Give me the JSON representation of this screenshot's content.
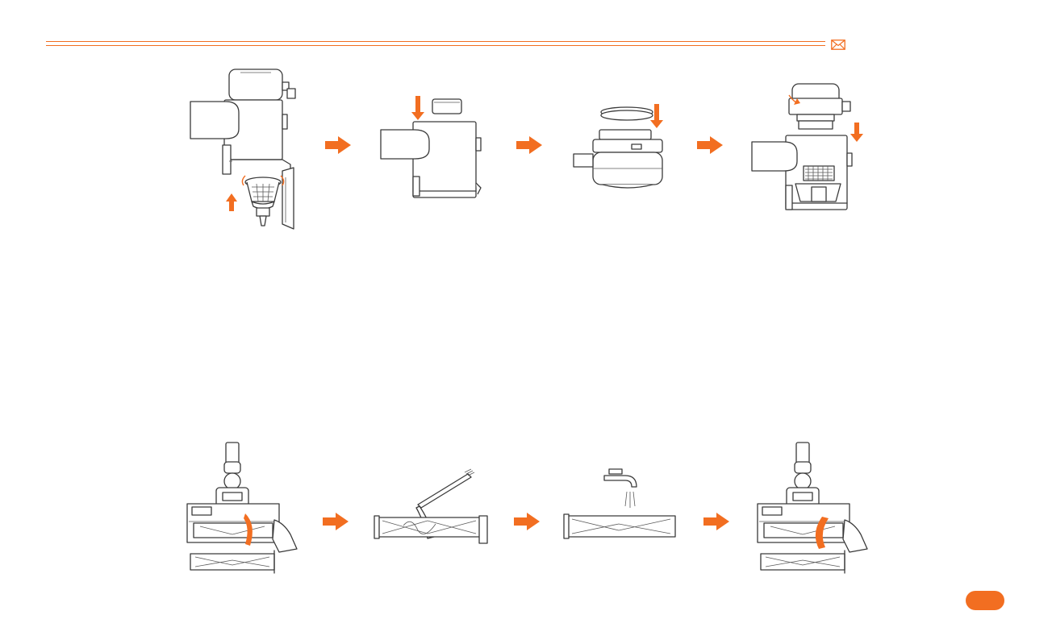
{
  "colors": {
    "accent": "#f26e21",
    "line": "#3a3a3a"
  },
  "header": {
    "icon": "envelope-icon"
  },
  "steps_top": [
    "remove-filter-step",
    "insert-filter-step",
    "attach-cap-step",
    "assemble-cyclone-step"
  ],
  "steps_bottom": [
    "remove-brushroll-step",
    "cut-hair-step",
    "rinse-brushroll-step",
    "reinstall-brushroll-step"
  ],
  "page_badge": {
    "icon": "page-number-badge"
  }
}
